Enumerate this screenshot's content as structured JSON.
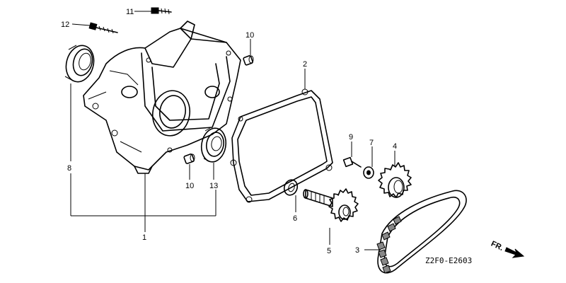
{
  "diagram_code": "Z2F0-E2603",
  "direction_label": "FR.",
  "callouts": {
    "p1": "1",
    "p2": "2",
    "p3": "3",
    "p4": "4",
    "p5": "5",
    "p6": "6",
    "p7": "7",
    "p8": "8",
    "p9": "9",
    "p10a": "10",
    "p10b": "10",
    "p11": "11",
    "p12": "12",
    "p13": "13"
  },
  "icons": {
    "direction_arrow": "arrow-right-down-icon"
  }
}
